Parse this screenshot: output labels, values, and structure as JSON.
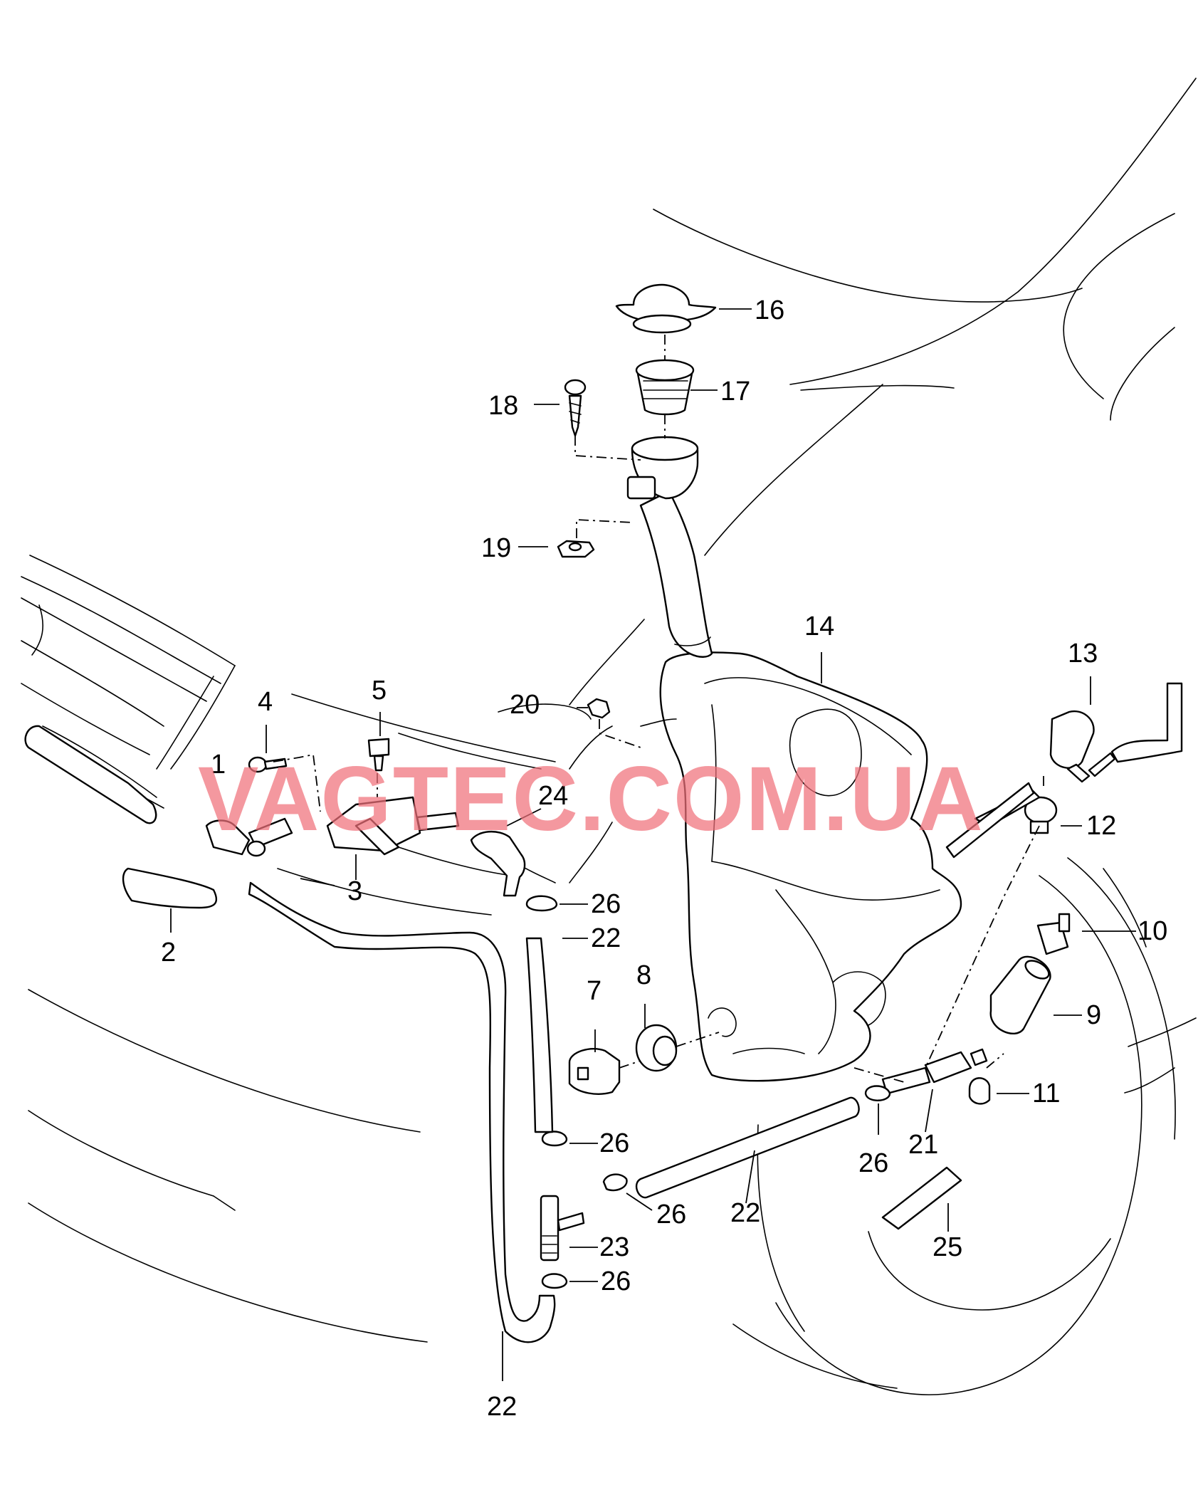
{
  "diagram": {
    "watermark": "VAGTEC.COM.UA",
    "callouts": [
      "1",
      "2",
      "3",
      "4",
      "5",
      "7",
      "8",
      "9",
      "10",
      "11",
      "12",
      "13",
      "14",
      "16",
      "17",
      "18",
      "19",
      "20",
      "21",
      "22",
      "22",
      "22",
      "23",
      "24",
      "25",
      "26",
      "26",
      "26",
      "26",
      "26",
      "26"
    ]
  }
}
